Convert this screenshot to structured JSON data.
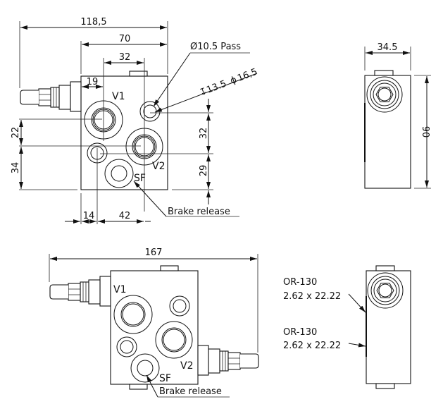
{
  "drawing": {
    "colors": {
      "line": "#111111",
      "background": "#ffffff"
    },
    "front_view": {
      "dimensions": {
        "overall_width": "118,5",
        "body_width": "70",
        "port_spacing": "32",
        "v1_offset": "19",
        "left_height_upper": "22",
        "left_height_lower": "34",
        "right_height_upper": "32",
        "right_height_lower": "29",
        "bottom_left": "14",
        "bottom_right": "42"
      },
      "callouts": {
        "pass_hole": "Ø10.5 Pass",
        "counterbore_depth": "13.5",
        "counterbore_diameter": "16,5",
        "depth_symbol": "↧",
        "diameter_symbol": "ϕ",
        "brake_release": "Brake release"
      },
      "ports": {
        "v1": "V1",
        "v2": "V2",
        "sf": "SF"
      }
    },
    "side_view_top": {
      "dimensions": {
        "width": "34.5",
        "height": "90"
      }
    },
    "bottom_view": {
      "dimensions": {
        "overall_length": "167"
      },
      "ports": {
        "v1": "V1",
        "v2": "V2",
        "sf": "SF"
      },
      "callouts": {
        "brake_release": "Brake release"
      }
    },
    "side_view_bottom": {
      "seals": [
        {
          "name": "OR-130",
          "size": "2.62 x 22.22"
        },
        {
          "name": "OR-130",
          "size": "2.62 x 22.22"
        }
      ]
    }
  }
}
